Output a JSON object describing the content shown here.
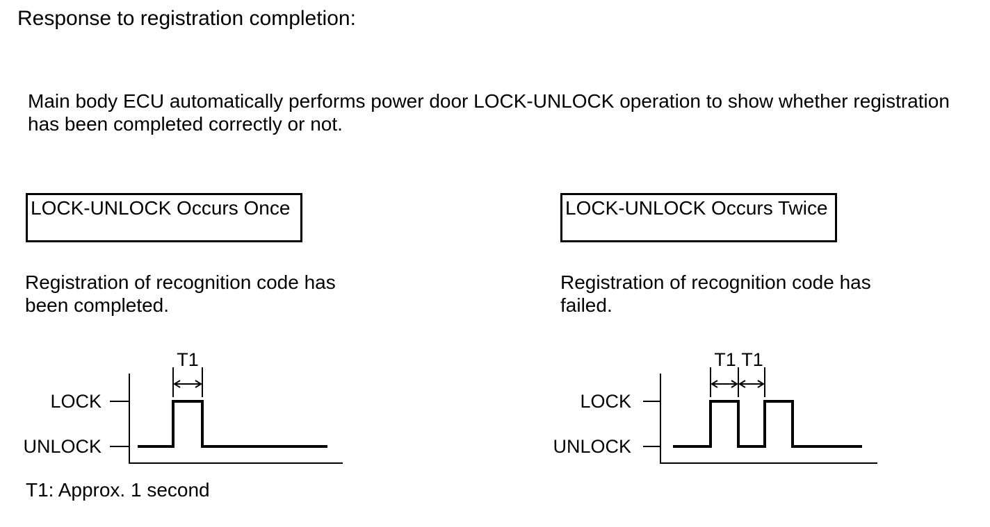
{
  "page": {
    "title": "Response to registration completion:",
    "intro_lines": [
      "Main body ECU automatically performs power door LOCK-UNLOCK operation to show whether registration",
      "has been completed correctly or not."
    ],
    "footnote": "T1: Approx. 1 second"
  },
  "colors": {
    "ink": "#000000",
    "background": "#ffffff"
  },
  "left_panel": {
    "box_label": "LOCK-UNLOCK Occurs Once",
    "caption_lines": [
      "Registration of recognition code has",
      "been completed."
    ],
    "diagram": {
      "type": "timing-waveform",
      "high_label": "LOCK",
      "low_label": "UNLOCK",
      "pulse_count": 1,
      "t1_labels": [
        "T1"
      ],
      "t1_meaning": "Approx. 1 second"
    }
  },
  "right_panel": {
    "box_label": "LOCK-UNLOCK Occurs Twice",
    "caption_lines": [
      "Registration of recognition code has",
      "failed."
    ],
    "diagram": {
      "type": "timing-waveform",
      "high_label": "LOCK",
      "low_label": "UNLOCK",
      "pulse_count": 2,
      "t1_labels": [
        "T1",
        "T1"
      ],
      "t1_meaning": "Approx. 1 second"
    }
  }
}
